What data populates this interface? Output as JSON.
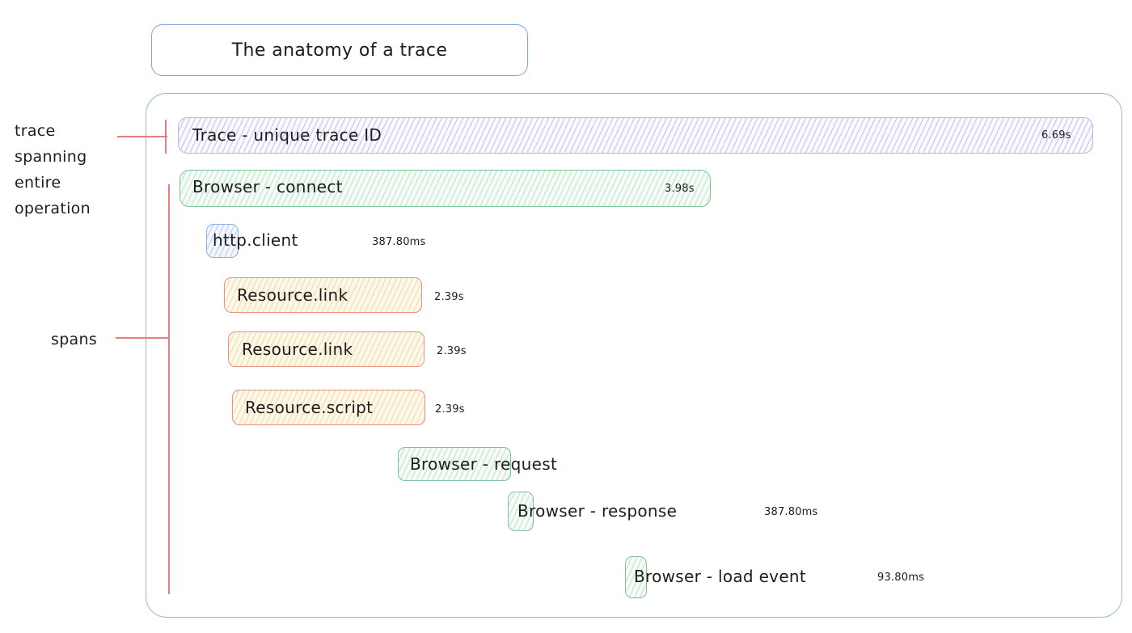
{
  "title": "The anatomy of a trace",
  "annotations": {
    "trace_lines": [
      "trace",
      "spanning",
      "entire",
      "operation"
    ],
    "spans_label": "spans"
  },
  "trace": {
    "label": "Trace - unique trace ID",
    "duration": "6.69s"
  },
  "spans": [
    {
      "label": "Browser - connect",
      "duration": "3.98s"
    },
    {
      "label": "http.client",
      "duration": "387.80ms"
    },
    {
      "label": "Resource.link",
      "duration": "2.39s"
    },
    {
      "label": "Resource.link",
      "duration": "2.39s"
    },
    {
      "label": "Resource.script",
      "duration": "2.39s"
    },
    {
      "label": "Browser - request",
      "duration": ""
    },
    {
      "label": "Browser - response",
      "duration": "387.80ms"
    },
    {
      "label": "Browser - load event",
      "duration": "93.80ms"
    }
  ],
  "colors": {
    "container_border": "#93b7e2",
    "trace_border": "#a7bce9",
    "trace_hatch": "#7c71d6",
    "green_border": "#7fc494",
    "blue_border": "#8fb2e5",
    "yellow_border": "#ea9181",
    "annotation_line": "#e57f7f",
    "text": "#1d1d1d"
  }
}
